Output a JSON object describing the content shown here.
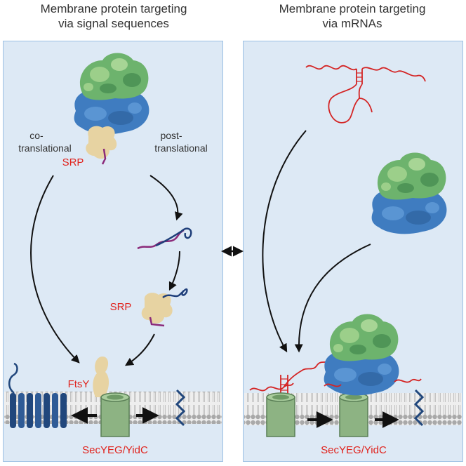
{
  "left_panel": {
    "title_line1": "Membrane protein targeting",
    "title_line2": "via signal sequences",
    "co_label_line1": "co-",
    "co_label_line2": "translational",
    "post_label_line1": "post-",
    "post_label_line2": "translational",
    "srp_label_top": "SRP",
    "srp_label_bottom": "SRP",
    "ftsy_label": "FtsY",
    "translocon_label": "SecYEG/YidC"
  },
  "right_panel": {
    "title_line1": "Membrane protein targeting",
    "title_line2": "via mRNAs",
    "translocon_label": "SecYEG/YidC"
  },
  "colors": {
    "panel_bg": "#dde9f5",
    "panel_border": "#9cc0e4",
    "label_red": "#e0221c",
    "ribosome_large": "#6db36d",
    "ribosome_small": "#3f7cc0",
    "srp": "#e7d3a2",
    "channel": "#8db383",
    "membrane_protein": "#21477c",
    "mrna": "#d42424"
  }
}
